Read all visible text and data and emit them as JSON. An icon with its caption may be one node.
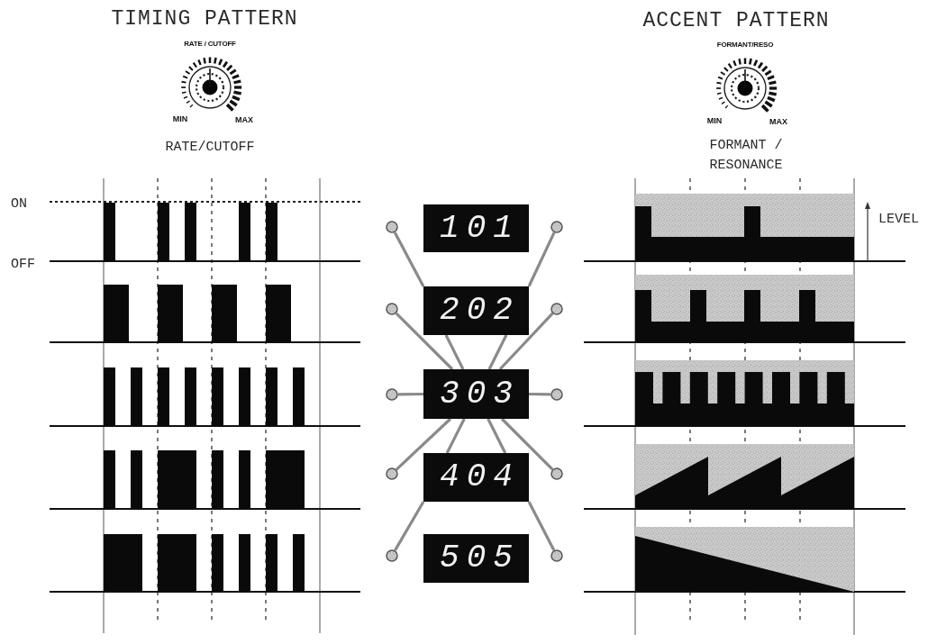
{
  "diagram": {
    "nodes": [
      {
        "text": [
          "101"
        ]
      },
      {
        "text": [],
        "shape": "circle"
      },
      {
        "text": [],
        "shape": "circle"
      },
      {
        "text": [
          "202"
        ]
      },
      {
        "text": [],
        "shape": "circle"
      },
      {
        "text": [],
        "shape": "circle"
      },
      {
        "text": [
          "303"
        ]
      },
      {
        "text": [],
        "shape": "circle"
      },
      {
        "text": [],
        "shape": "circle"
      },
      {
        "text": [
          "404"
        ]
      },
      {
        "text": [],
        "shape": "circle"
      },
      {
        "text": [],
        "shape": "circle"
      },
      {
        "text": [
          "505"
        ]
      },
      {
        "text": [],
        "shape": "circle"
      },
      {
        "text": [],
        "shape": "circle"
      }
    ],
    "edges": [
      {
        "from": 1,
        "to": 3,
        "arrow": "none"
      },
      {
        "from": 2,
        "to": 3,
        "arrow": "none"
      },
      {
        "from": 3,
        "to": 6,
        "arrow": "none"
      },
      {
        "from": 3,
        "to": 6,
        "arrow": "none"
      },
      {
        "from": 4,
        "to": 6,
        "arrow": "none"
      },
      {
        "from": 5,
        "to": 6,
        "arrow": "none"
      },
      {
        "from": 7,
        "to": 6,
        "arrow": "none"
      },
      {
        "from": 8,
        "to": 6,
        "arrow": "none"
      },
      {
        "from": 6,
        "to": 10,
        "arrow": "none"
      },
      {
        "from": 6,
        "to": 11,
        "arrow": "none"
      },
      {
        "from": 6,
        "to": 9,
        "arrow": "none"
      },
      {
        "from": 6,
        "to": 9,
        "arrow": "none"
      },
      {
        "from": 9,
        "to": 13,
        "arrow": "none"
      },
      {
        "from": 9,
        "to": 14,
        "arrow": "none"
      }
    ],
    "labels": [
      "TIMING PATTERN",
      "ACCENT PATTERN",
      "RATE / CUTOFF",
      "FORMANT/RESO",
      "MIN",
      "MAX",
      "MIN",
      "MAX",
      "RATE/CUTOFF",
      "FORMANT / RESONANCE",
      "ON",
      "LEVEL",
      "OFF"
    ]
  }
}
